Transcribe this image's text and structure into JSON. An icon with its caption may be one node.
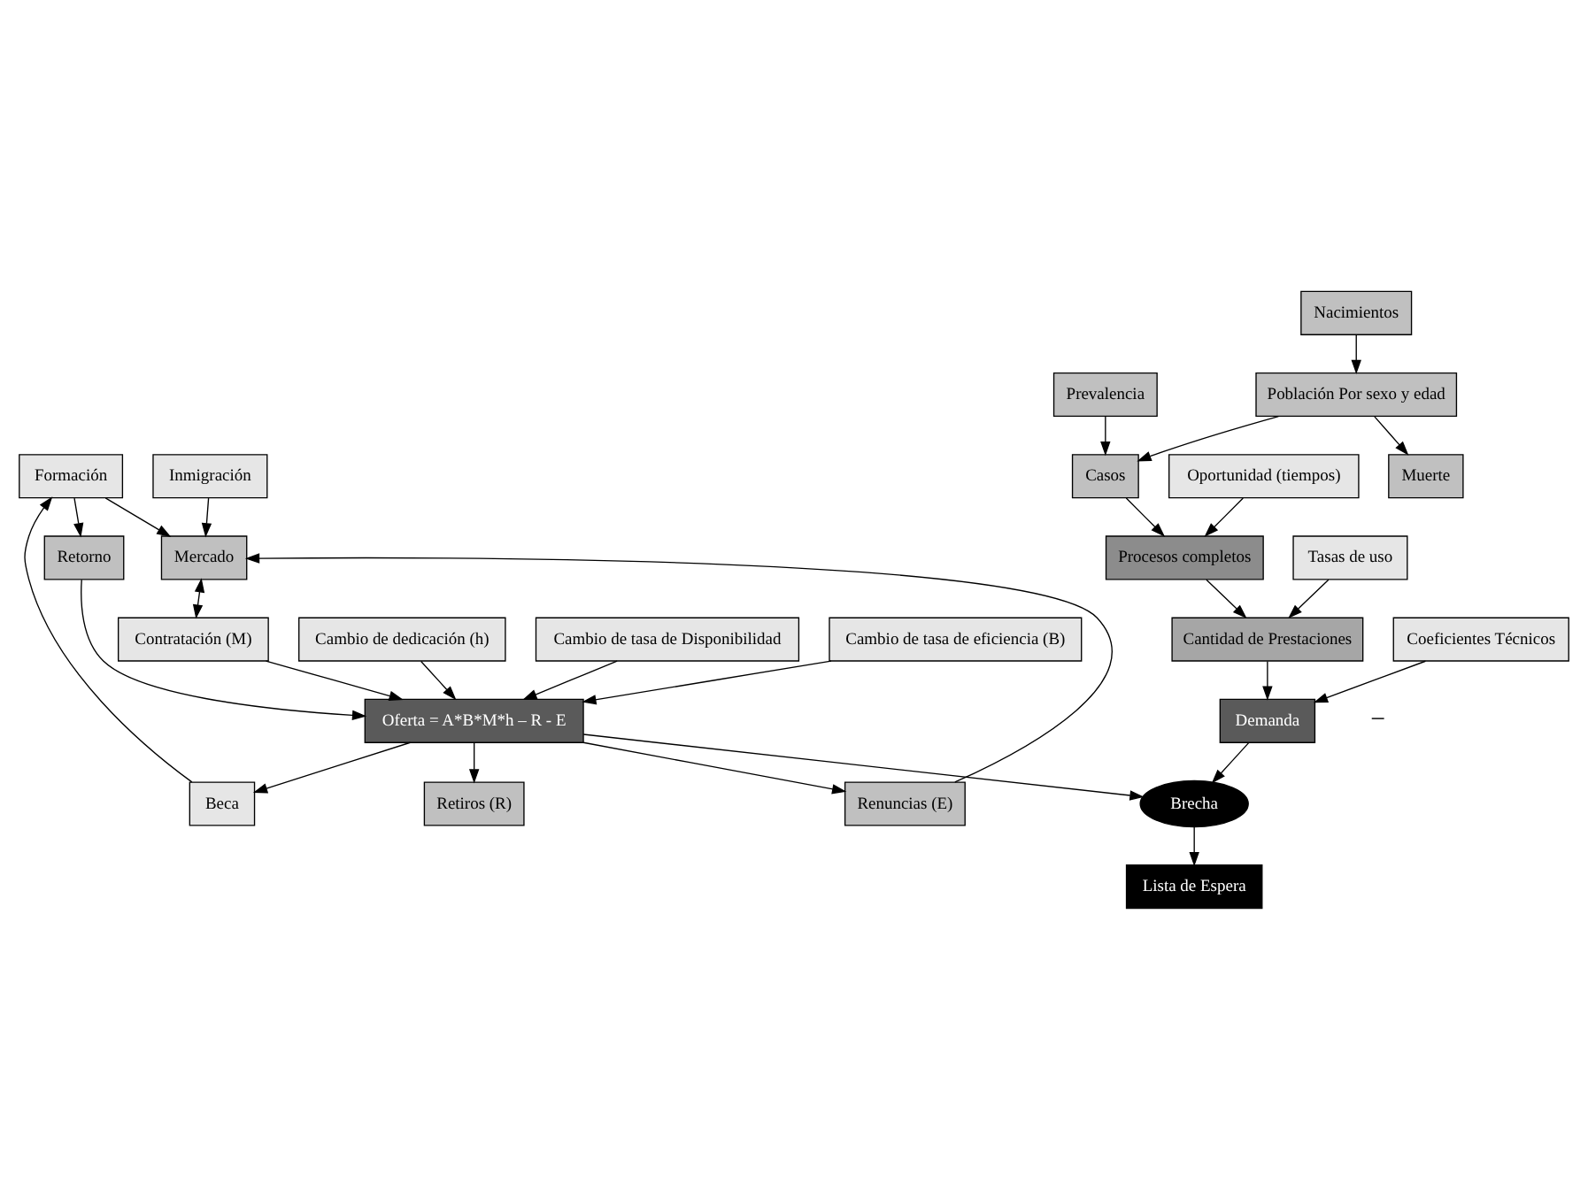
{
  "diagram": {
    "nodes": [
      {
        "text": [
          "Formación"
        ]
      },
      {
        "text": [
          "Inmigración"
        ]
      },
      {
        "text": [
          "Beca"
        ]
      },
      {
        "text": [
          "Mercado"
        ]
      },
      {
        "text": [
          "Retorno"
        ]
      },
      {
        "text": [
          "Contratación (M)"
        ]
      },
      {
        "text": [
          "Renuncias (E)"
        ]
      },
      {
        "text": [
          "Nacimientos"
        ]
      },
      {
        "text": [
          "Muerte"
        ]
      },
      {
        "text": [
          "Prevalencia"
        ]
      },
      {
        "text": [
          "Población Por sexo y edad"
        ]
      },
      {
        "text": [
          "Casos"
        ]
      },
      {
        "text": [
          "Oportunidad (tiempos)"
        ]
      },
      {
        "text": [
          "Procesos completos"
        ]
      },
      {
        "text": [
          "Tasas de uso"
        ]
      },
      {
        "text": [
          "Cantidad de Prestaciones"
        ]
      },
      {
        "text": [
          "Oferta = A*B*M*h – R - E"
        ]
      },
      {
        "text": [
          "Demanda"
        ]
      },
      {
        "text": [
          "Cambio de dedicación (h)"
        ]
      },
      {
        "text": [
          "Coeficientes Técnicos"
        ]
      },
      {
        "text": [
          "Cambio de tasa de Disponibilidad"
        ]
      },
      {
        "text": [
          "Brecha"
        ]
      },
      {
        "text": [
          "Lista de Espera"
        ]
      },
      {
        "text": [
          "Cambio de tasa de eficiencia (B)"
        ]
      },
      {
        "text": [
          "Retiros (R)"
        ]
      }
    ],
    "edges": [
      {
        "from": 2,
        "to": 0,
        "arrow": "to"
      },
      {
        "from": 0,
        "to": 3,
        "arrow": "to"
      },
      {
        "from": 1,
        "to": 3,
        "arrow": "to"
      },
      {
        "from": 0,
        "to": 4,
        "arrow": "to"
      },
      {
        "from": 6,
        "to": 3,
        "arrow": "to"
      },
      {
        "from": 3,
        "to": 5,
        "arrow": "both"
      },
      {
        "from": 4,
        "to": 16,
        "arrow": "to"
      },
      {
        "from": 5,
        "to": 16,
        "arrow": "to"
      },
      {
        "from": 16,
        "to": 2,
        "arrow": "to"
      },
      {
        "from": 16,
        "to": 6,
        "arrow": "to"
      },
      {
        "from": 7,
        "to": 10,
        "arrow": "to"
      },
      {
        "from": 10,
        "to": 8,
        "arrow": "to"
      },
      {
        "from": 9,
        "to": 11,
        "arrow": "to"
      },
      {
        "from": 10,
        "to": 11,
        "arrow": "to"
      },
      {
        "from": 11,
        "to": 13,
        "arrow": "to"
      },
      {
        "from": 12,
        "to": 13,
        "arrow": "to"
      },
      {
        "from": 13,
        "to": 15,
        "arrow": "to"
      },
      {
        "from": 14,
        "to": 15,
        "arrow": "to"
      },
      {
        "from": 15,
        "to": 17,
        "arrow": "to"
      },
      {
        "from": 19,
        "to": 17,
        "arrow": "to"
      },
      {
        "from": 18,
        "to": 16,
        "arrow": "to"
      },
      {
        "from": 20,
        "to": 16,
        "arrow": "to"
      },
      {
        "from": 23,
        "to": 16,
        "arrow": "to"
      },
      {
        "from": 16,
        "to": 24,
        "arrow": "to"
      },
      {
        "from": 16,
        "to": 21,
        "arrow": "to"
      },
      {
        "from": 17,
        "to": 21,
        "arrow": "to"
      },
      {
        "from": 21,
        "to": 22,
        "arrow": "to"
      }
    ],
    "labels": [
      "−"
    ]
  }
}
